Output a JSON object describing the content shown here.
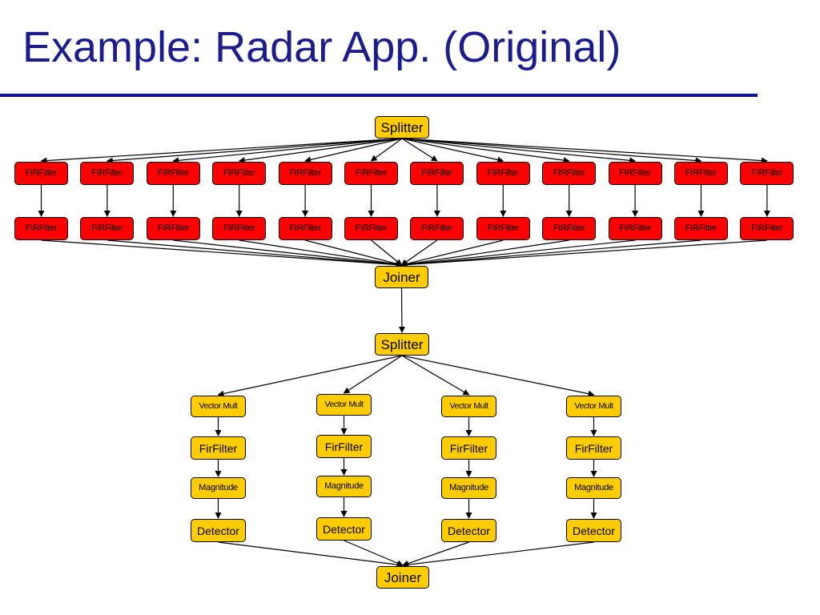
{
  "slide": {
    "title": "Example: Radar App. (Original)"
  },
  "colors": {
    "title_text": "#1c1c8c",
    "title_rule": "#1010a8",
    "fir_node": "#ff0000",
    "stage_node": "#ffcc00",
    "edge": "#000000"
  },
  "diagram": {
    "nodes": [
      {
        "id": "splitter1",
        "label": "Splitter",
        "color": "gold"
      },
      {
        "id": "fir1-1",
        "label": "FIRFilter",
        "color": "red"
      },
      {
        "id": "fir1-2",
        "label": "FIRFilter",
        "color": "red"
      },
      {
        "id": "fir1-3",
        "label": "FIRFilter",
        "color": "red"
      },
      {
        "id": "fir1-4",
        "label": "FIRFilter",
        "color": "red"
      },
      {
        "id": "fir1-5",
        "label": "FIRFilter",
        "color": "red"
      },
      {
        "id": "fir1-6",
        "label": "FIRFilter",
        "color": "red"
      },
      {
        "id": "fir1-7",
        "label": "FIRFilter",
        "color": "red"
      },
      {
        "id": "fir1-8",
        "label": "FIRFilter",
        "color": "red"
      },
      {
        "id": "fir1-9",
        "label": "FIRFilter",
        "color": "red"
      },
      {
        "id": "fir1-10",
        "label": "FIRFilter",
        "color": "red"
      },
      {
        "id": "fir1-11",
        "label": "FIRFilter",
        "color": "red"
      },
      {
        "id": "fir1-12",
        "label": "FIRFilter",
        "color": "red"
      },
      {
        "id": "fir2-1",
        "label": "FIRFilter",
        "color": "red"
      },
      {
        "id": "fir2-2",
        "label": "FIRFilter",
        "color": "red"
      },
      {
        "id": "fir2-3",
        "label": "FIRFilter",
        "color": "red"
      },
      {
        "id": "fir2-4",
        "label": "FIRFilter",
        "color": "red"
      },
      {
        "id": "fir2-5",
        "label": "FIRFilter",
        "color": "red"
      },
      {
        "id": "fir2-6",
        "label": "FIRFilter",
        "color": "red"
      },
      {
        "id": "fir2-7",
        "label": "FIRFilter",
        "color": "red"
      },
      {
        "id": "fir2-8",
        "label": "FIRFilter",
        "color": "red"
      },
      {
        "id": "fir2-9",
        "label": "FIRFilter",
        "color": "red"
      },
      {
        "id": "fir2-10",
        "label": "FIRFilter",
        "color": "red"
      },
      {
        "id": "fir2-11",
        "label": "FIRFilter",
        "color": "red"
      },
      {
        "id": "fir2-12",
        "label": "FIRFilter",
        "color": "red"
      },
      {
        "id": "joiner1",
        "label": "Joiner",
        "color": "gold"
      },
      {
        "id": "splitter2",
        "label": "Splitter",
        "color": "gold"
      },
      {
        "id": "vm-1",
        "label": "Vector Mult",
        "color": "gold"
      },
      {
        "id": "vm-2",
        "label": "Vector Mult",
        "color": "gold"
      },
      {
        "id": "vm-3",
        "label": "Vector Mult",
        "color": "gold"
      },
      {
        "id": "vm-4",
        "label": "Vector Mult",
        "color": "gold"
      },
      {
        "id": "ff-1",
        "label": "FirFilter",
        "color": "gold"
      },
      {
        "id": "ff-2",
        "label": "FirFilter",
        "color": "gold"
      },
      {
        "id": "ff-3",
        "label": "FirFilter",
        "color": "gold"
      },
      {
        "id": "ff-4",
        "label": "FirFilter",
        "color": "gold"
      },
      {
        "id": "mag-1",
        "label": "Magnitude",
        "color": "gold"
      },
      {
        "id": "mag-2",
        "label": "Magnitude",
        "color": "gold"
      },
      {
        "id": "mag-3",
        "label": "Magnitude",
        "color": "gold"
      },
      {
        "id": "mag-4",
        "label": "Magnitude",
        "color": "gold"
      },
      {
        "id": "det-1",
        "label": "Detector",
        "color": "gold"
      },
      {
        "id": "det-2",
        "label": "Detector",
        "color": "gold"
      },
      {
        "id": "det-3",
        "label": "Detector",
        "color": "gold"
      },
      {
        "id": "det-4",
        "label": "Detector",
        "color": "gold"
      },
      {
        "id": "joiner2",
        "label": "Joiner",
        "color": "gold"
      }
    ],
    "edges": [
      [
        "splitter1",
        "fir1-1"
      ],
      [
        "splitter1",
        "fir1-2"
      ],
      [
        "splitter1",
        "fir1-3"
      ],
      [
        "splitter1",
        "fir1-4"
      ],
      [
        "splitter1",
        "fir1-5"
      ],
      [
        "splitter1",
        "fir1-6"
      ],
      [
        "splitter1",
        "fir1-7"
      ],
      [
        "splitter1",
        "fir1-8"
      ],
      [
        "splitter1",
        "fir1-9"
      ],
      [
        "splitter1",
        "fir1-10"
      ],
      [
        "splitter1",
        "fir1-11"
      ],
      [
        "splitter1",
        "fir1-12"
      ],
      [
        "fir1-1",
        "fir2-1"
      ],
      [
        "fir1-2",
        "fir2-2"
      ],
      [
        "fir1-3",
        "fir2-3"
      ],
      [
        "fir1-4",
        "fir2-4"
      ],
      [
        "fir1-5",
        "fir2-5"
      ],
      [
        "fir1-6",
        "fir2-6"
      ],
      [
        "fir1-7",
        "fir2-7"
      ],
      [
        "fir1-8",
        "fir2-8"
      ],
      [
        "fir1-9",
        "fir2-9"
      ],
      [
        "fir1-10",
        "fir2-10"
      ],
      [
        "fir1-11",
        "fir2-11"
      ],
      [
        "fir1-12",
        "fir2-12"
      ],
      [
        "fir2-1",
        "joiner1"
      ],
      [
        "fir2-2",
        "joiner1"
      ],
      [
        "fir2-3",
        "joiner1"
      ],
      [
        "fir2-4",
        "joiner1"
      ],
      [
        "fir2-5",
        "joiner1"
      ],
      [
        "fir2-6",
        "joiner1"
      ],
      [
        "fir2-7",
        "joiner1"
      ],
      [
        "fir2-8",
        "joiner1"
      ],
      [
        "fir2-9",
        "joiner1"
      ],
      [
        "fir2-10",
        "joiner1"
      ],
      [
        "fir2-11",
        "joiner1"
      ],
      [
        "fir2-12",
        "joiner1"
      ],
      [
        "joiner1",
        "splitter2"
      ],
      [
        "splitter2",
        "vm-1"
      ],
      [
        "splitter2",
        "vm-2"
      ],
      [
        "splitter2",
        "vm-3"
      ],
      [
        "splitter2",
        "vm-4"
      ],
      [
        "vm-1",
        "ff-1"
      ],
      [
        "vm-2",
        "ff-2"
      ],
      [
        "vm-3",
        "ff-3"
      ],
      [
        "vm-4",
        "ff-4"
      ],
      [
        "ff-1",
        "mag-1"
      ],
      [
        "ff-2",
        "mag-2"
      ],
      [
        "ff-3",
        "mag-3"
      ],
      [
        "ff-4",
        "mag-4"
      ],
      [
        "mag-1",
        "det-1"
      ],
      [
        "mag-2",
        "det-2"
      ],
      [
        "mag-3",
        "det-3"
      ],
      [
        "mag-4",
        "det-4"
      ],
      [
        "det-1",
        "joiner2"
      ],
      [
        "det-2",
        "joiner2"
      ],
      [
        "det-3",
        "joiner2"
      ],
      [
        "det-4",
        "joiner2"
      ]
    ]
  }
}
